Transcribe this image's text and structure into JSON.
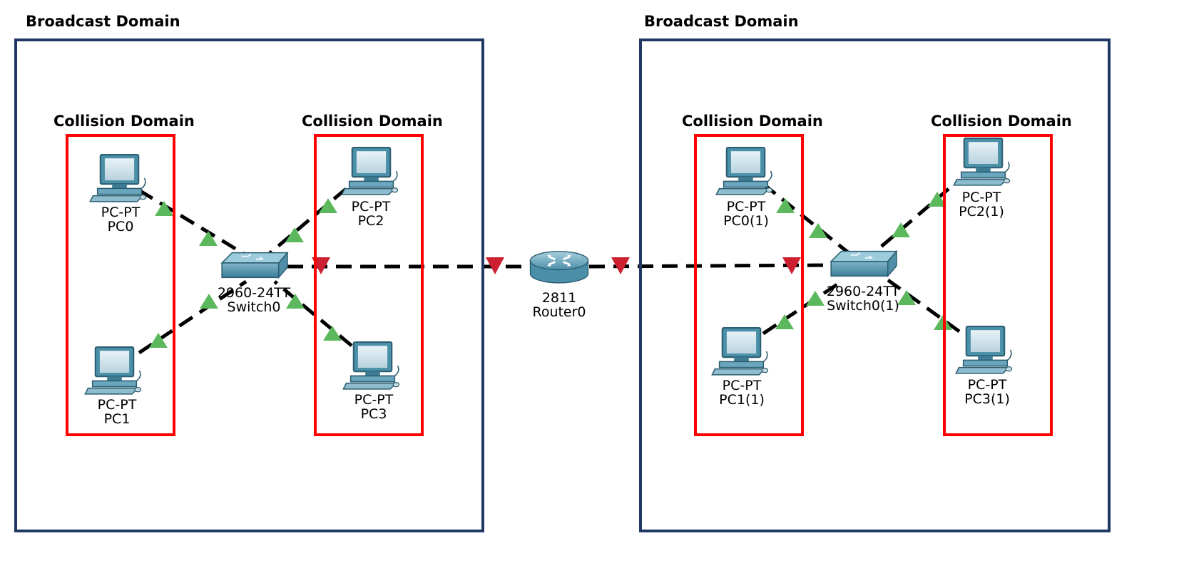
{
  "broadcast_domains": [
    {
      "title": "Broadcast Domain",
      "collision_domains": [
        {
          "title": "Collision Domain",
          "devices": [
            {
              "model": "PC-PT",
              "name": "PC0"
            },
            {
              "model": "PC-PT",
              "name": "PC1"
            }
          ]
        },
        {
          "title": "Collision Domain",
          "devices": [
            {
              "model": "PC-PT",
              "name": "PC2"
            },
            {
              "model": "PC-PT",
              "name": "PC3"
            }
          ]
        }
      ],
      "switch": {
        "model": "2960-24TT",
        "name": "Switch0"
      }
    },
    {
      "title": "Broadcast Domain",
      "collision_domains": [
        {
          "title": "Collision Domain",
          "devices": [
            {
              "model": "PC-PT",
              "name": "PC0(1)"
            },
            {
              "model": "PC-PT",
              "name": "PC1(1)"
            }
          ]
        },
        {
          "title": "Collision Domain",
          "devices": [
            {
              "model": "PC-PT",
              "name": "PC2(1)"
            },
            {
              "model": "PC-PT",
              "name": "PC3(1)"
            }
          ]
        }
      ],
      "switch": {
        "model": "2960-24TT",
        "name": "Switch0(1)"
      }
    }
  ],
  "router": {
    "model": "2811",
    "name": "Router0"
  },
  "colors": {
    "broadcast_border": "#1f3864",
    "collision_border": "#ff0000",
    "link_up": "#5cb85c",
    "link_down": "#cc1f2f",
    "cable": "#000000"
  }
}
